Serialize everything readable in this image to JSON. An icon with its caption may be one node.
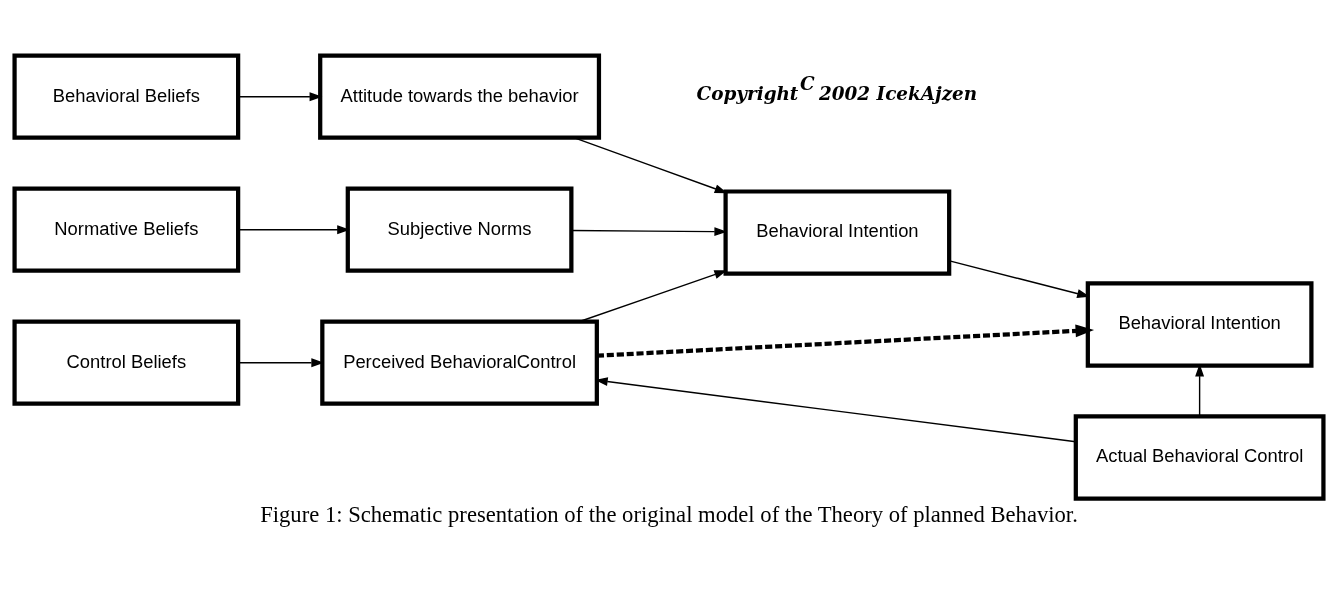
{
  "diagram": {
    "caption": "Figure 1: Schematic presentation of the original model of the Theory of planned Behavior.",
    "nodes": [
      {
        "text": [
          "Behavioral Beliefs"
        ]
      },
      {
        "text": [
          "Attitude towards the behavior"
        ]
      },
      {
        "text": [
          "Normative Beliefs"
        ]
      },
      {
        "text": [
          "Subjective Norms"
        ]
      },
      {
        "text": [
          "Control Beliefs"
        ]
      },
      {
        "text": [
          "Perceived BehavioralControl"
        ]
      },
      {
        "text": [
          "Behavioral Intention"
        ]
      },
      {
        "text": [
          "Behavioral Intention"
        ]
      },
      {
        "text": [
          "Actual Behavioral Control"
        ]
      }
    ],
    "edges": [
      {
        "from": 0,
        "to": 1,
        "arrow": "to"
      },
      {
        "from": 2,
        "to": 3,
        "arrow": "to"
      },
      {
        "from": 4,
        "to": 5,
        "arrow": "to"
      },
      {
        "from": 1,
        "to": 6,
        "arrow": "to"
      },
      {
        "from": 3,
        "to": 6,
        "arrow": "to"
      },
      {
        "from": 5,
        "to": 6,
        "arrow": "to"
      },
      {
        "from": 6,
        "to": 7,
        "arrow": "to"
      },
      {
        "from": 5,
        "to": 7,
        "arrow": "to",
        "style": "dashed"
      },
      {
        "from": 8,
        "to": 7,
        "arrow": "to"
      },
      {
        "from": 8,
        "to": 5,
        "arrow": "to"
      }
    ],
    "labels": [
      "Copyright$^{C}$ 2002 IcekAjzen"
    ]
  }
}
